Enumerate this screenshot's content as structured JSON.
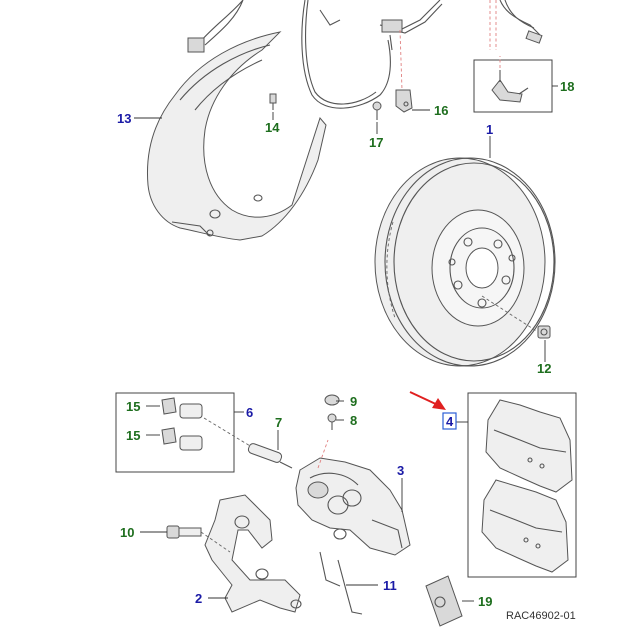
{
  "callouts": {
    "c1": "1",
    "c2": "2",
    "c3": "3",
    "c4": "4",
    "c6": "6",
    "c7": "7",
    "c8": "8",
    "c9": "9",
    "c10": "10",
    "c11": "11",
    "c12": "12",
    "c13": "13",
    "c14": "14",
    "c15a": "15",
    "c15b": "15",
    "c16": "16",
    "c17": "17",
    "c18": "18",
    "c19": "19"
  },
  "reference": "RAC46902-01",
  "colors": {
    "blue_callout": "#1a1aa6",
    "green_callout": "#1e6e1e",
    "highlight_box": "#2c5fd6",
    "arrow": "#e02020"
  },
  "highlighted_callout": "4"
}
